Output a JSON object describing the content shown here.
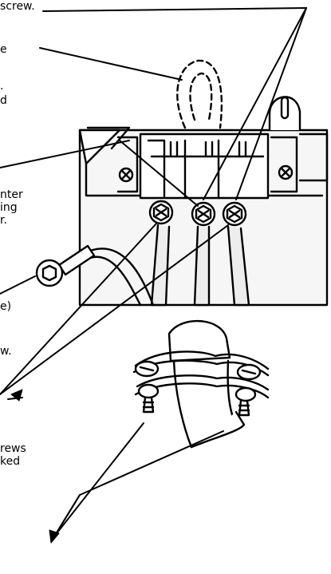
{
  "labels": {
    "screw_top": "screw.",
    "fragment_e": "e",
    "fragment_dot": ".",
    "fragment_d": "d",
    "center_1": "nter",
    "center_2": "ing",
    "center_3": "r.",
    "fragment_e_paren": "e)",
    "fragment_w": "w.",
    "screws_1": "rews",
    "screws_2": "ked"
  },
  "colors": {
    "ink": "#000000",
    "paper": "#ffffff",
    "wire_fill": "#ededed",
    "block_fill": "#f6f6f6"
  }
}
